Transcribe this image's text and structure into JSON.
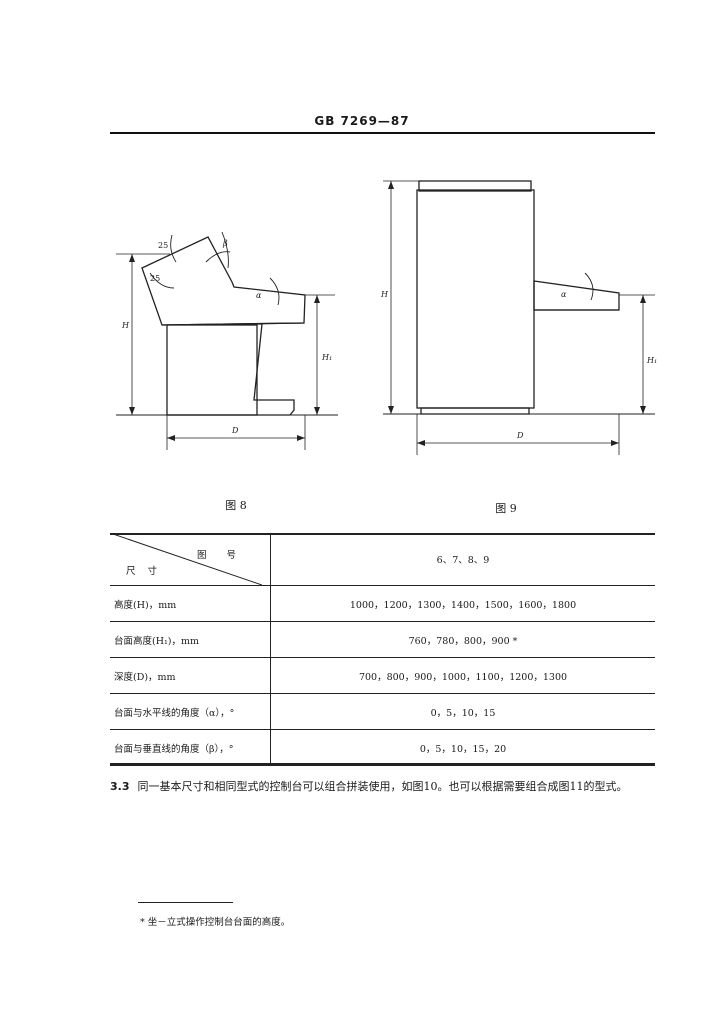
{
  "header": {
    "standard_code": "GB 7269—87"
  },
  "figure8": {
    "caption": "图 8",
    "labels": {
      "angle_25_top": "25",
      "angle_25_mid": "25",
      "beta": "β",
      "alpha": "α",
      "H": "H",
      "H1": "H₁",
      "D": "D"
    }
  },
  "figure9": {
    "caption": "图 9",
    "labels": {
      "H": "H",
      "H1": "H₁",
      "D": "D",
      "alpha": "α"
    }
  },
  "table": {
    "header_top": "图号",
    "header_bottom": "尺寸",
    "header_value": "6、7、8、9",
    "rows": [
      {
        "label": "高度(H)，mm",
        "value": "1000，1200，1300，1400，1500，1600，1800"
      },
      {
        "label": "台面高度(H₁)，mm",
        "value": "760，780，800，900 *"
      },
      {
        "label": "深度(D)，mm",
        "value": "700，800，900，1000，1100，1200，1300"
      },
      {
        "label": "台面与水平线的角度（α），°",
        "value": "0，5，10，15"
      },
      {
        "label": "台面与垂直线的角度（β），°",
        "value": "0，5，10，15，20"
      }
    ]
  },
  "paragraph": {
    "number": "3.3",
    "text": "同一基本尺寸和相同型式的控制台可以组合拼装使用，如图10。也可以根据需要组合成图11的型式。"
  },
  "footnote": {
    "text": "* 坐－立式操作控制台台面的高度。"
  }
}
